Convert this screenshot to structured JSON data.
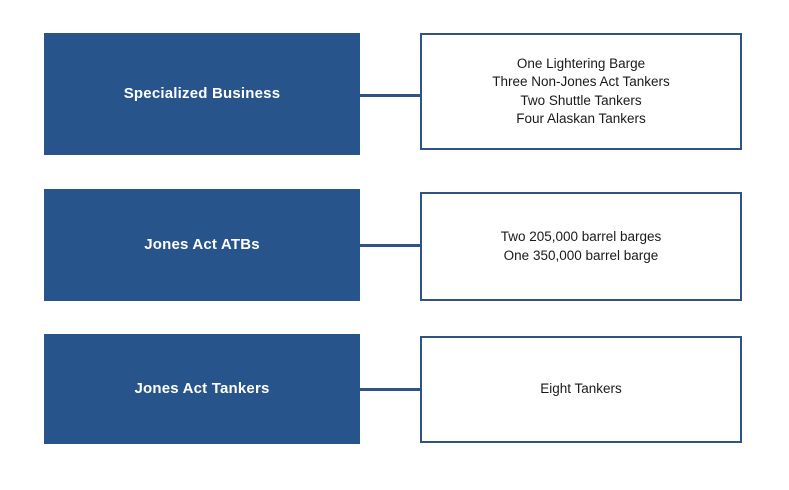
{
  "diagram": {
    "type": "category-detail-pairs",
    "colors": {
      "box_fill": "#27548a",
      "box_text": "#ffffff",
      "border": "#2d5484",
      "detail_text": "#1a1a1a",
      "background": "#ffffff"
    },
    "rows": [
      {
        "category": "Specialized Business",
        "details": [
          "One Lightering Barge",
          "Three Non-Jones Act Tankers",
          "Two Shuttle Tankers",
          "Four Alaskan Tankers"
        ]
      },
      {
        "category": "Jones Act ATBs",
        "details": [
          "Two 205,000 barrel barges",
          "One 350,000 barrel barge"
        ]
      },
      {
        "category": "Jones Act Tankers",
        "details": [
          "Eight Tankers"
        ]
      }
    ]
  }
}
